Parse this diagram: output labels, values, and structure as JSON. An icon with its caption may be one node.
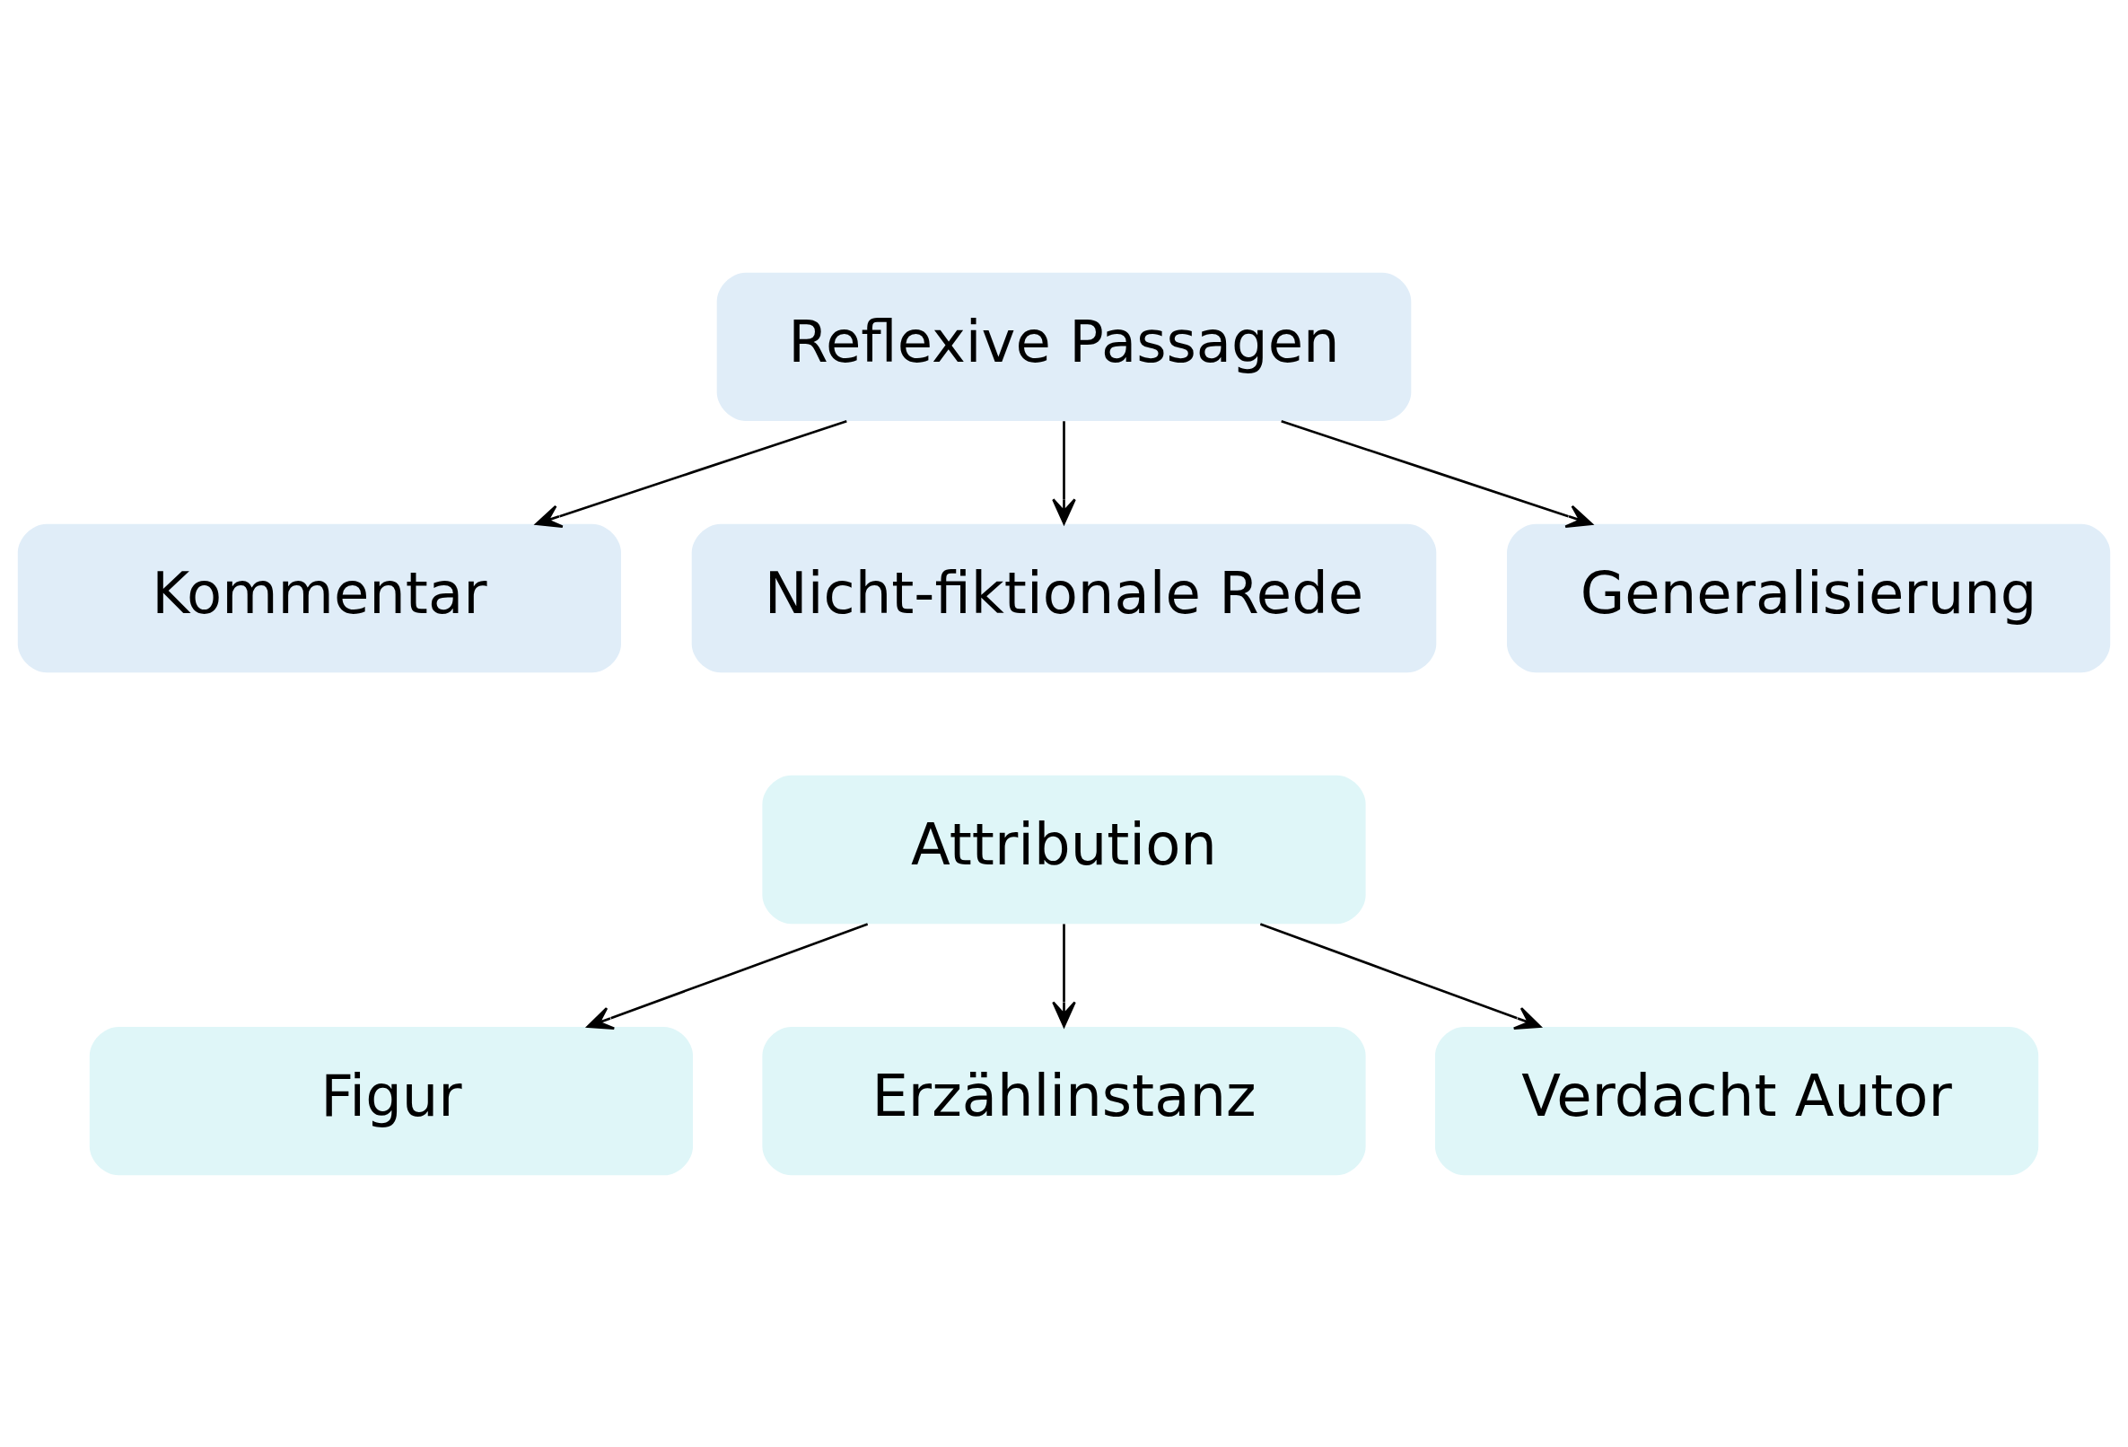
{
  "diagram": {
    "nodes": [
      {
        "text": [
          "Reflexive Passagen"
        ]
      },
      {
        "text": [
          "Kommentar"
        ]
      },
      {
        "text": [
          "Nicht-fiktionale Rede"
        ]
      },
      {
        "text": [
          "Generalisierung"
        ]
      },
      {
        "text": [
          "Attribution"
        ]
      },
      {
        "text": [
          "Figur"
        ]
      },
      {
        "text": [
          "Erzählinstanz"
        ]
      },
      {
        "text": [
          "Verdacht Autor"
        ]
      }
    ],
    "edges": [
      {
        "from": 0,
        "to": 1,
        "arrow": "to"
      },
      {
        "from": 0,
        "to": 2,
        "arrow": "to"
      },
      {
        "from": 0,
        "to": 3,
        "arrow": "to"
      },
      {
        "from": 4,
        "to": 5,
        "arrow": "to"
      },
      {
        "from": 4,
        "to": 6,
        "arrow": "to"
      },
      {
        "from": 4,
        "to": 7,
        "arrow": "to"
      }
    ]
  }
}
